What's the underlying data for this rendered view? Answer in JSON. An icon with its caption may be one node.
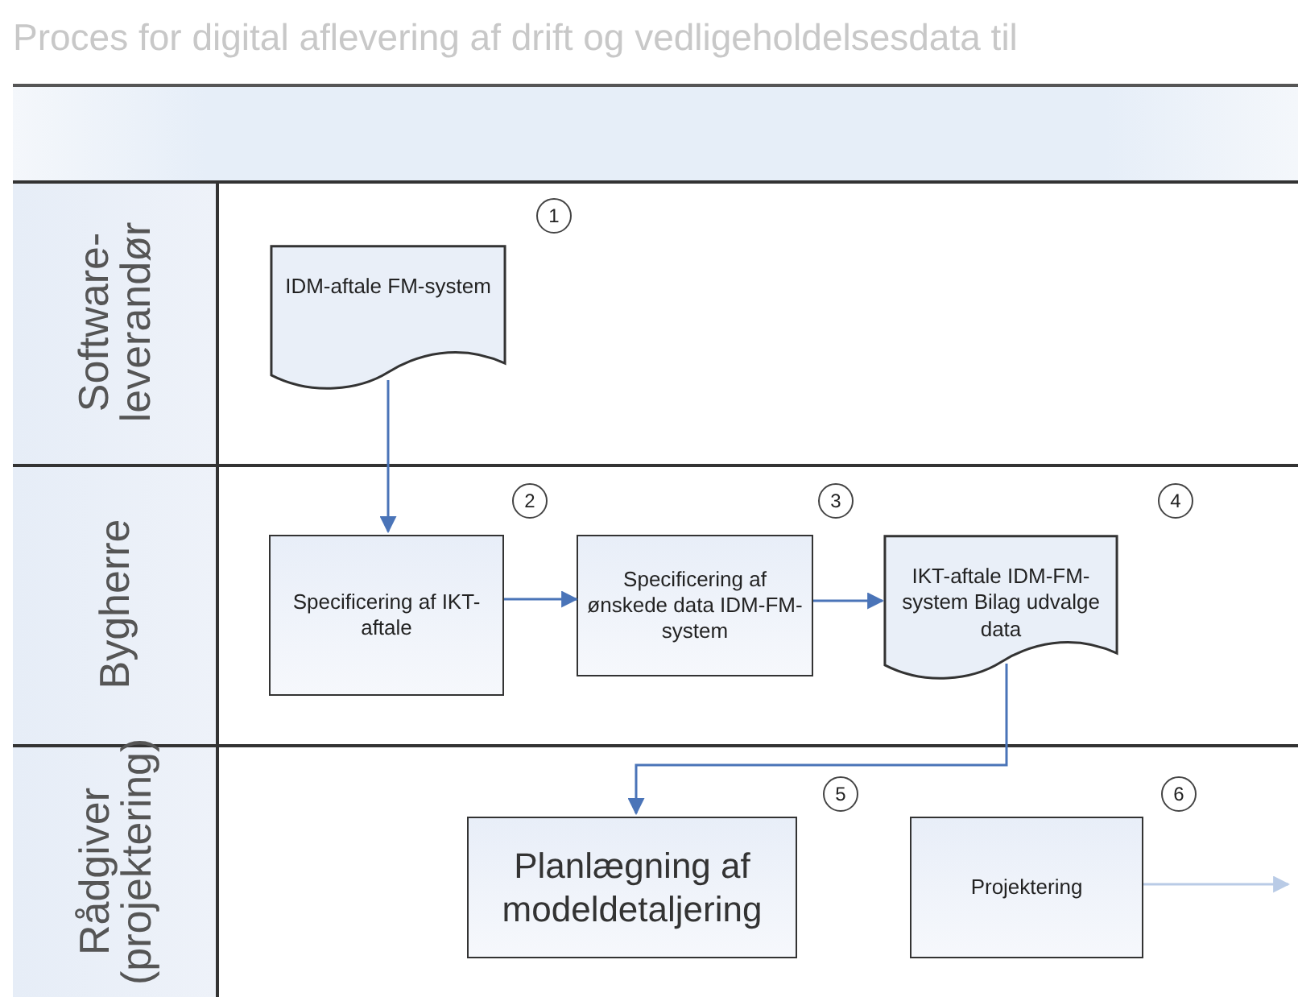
{
  "diagram": {
    "title": "Proces for digital aflevering af drift og vedligeholdelsesdata til",
    "nodes": [
      {
        "text": [
          "Software-leverandør"
        ]
      },
      {
        "text": [
          "IDM-aftale FM-system"
        ],
        "in": 0,
        "beside": [
          "1"
        ]
      },
      {
        "text": [
          "Bygherre"
        ]
      },
      {
        "text": [
          "Specificering af IKT-aftale"
        ],
        "in": 2,
        "beside": [
          "2"
        ]
      },
      {
        "text": [
          "Specificering af ønskede data IDM-FM-system"
        ],
        "in": 2,
        "beside": [
          "3"
        ]
      },
      {
        "text": [
          "IKT-aftale IDM-FM-system Bilag udvalge data"
        ],
        "in": 2,
        "beside": [
          "4"
        ]
      },
      {
        "text": [
          "Rådgiver (projektering)"
        ]
      },
      {
        "text": [
          "Planlægning af modeldetaljering"
        ],
        "in": 6,
        "beside": [
          "5"
        ]
      },
      {
        "text": [
          "Projektering"
        ],
        "in": 6,
        "beside": [
          "6"
        ]
      }
    ],
    "edges": [
      {
        "from": 1,
        "to": 3,
        "arrow": "to"
      },
      {
        "from": 3,
        "to": 4,
        "arrow": "to"
      },
      {
        "from": 4,
        "to": 5,
        "arrow": "to"
      },
      {
        "from": 5,
        "to": 7,
        "arrow": "to"
      },
      {
        "from": 8,
        "to": null,
        "arrow": "to",
        "color": "#b9cbe6"
      }
    ]
  }
}
